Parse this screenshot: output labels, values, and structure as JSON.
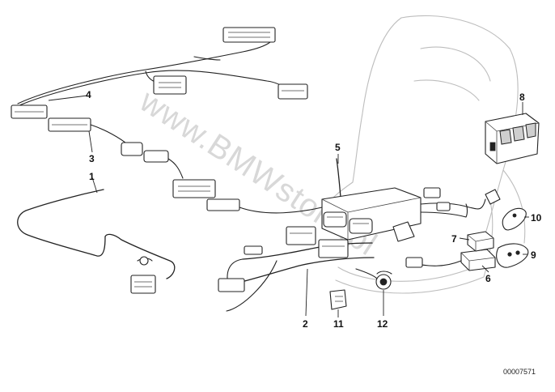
{
  "diagram": {
    "watermark": "www.BMWstore.pl",
    "document_number": "00007571",
    "callouts": [
      {
        "id": "c1",
        "label": "1"
      },
      {
        "id": "c2",
        "label": "2"
      },
      {
        "id": "c3",
        "label": "3"
      },
      {
        "id": "c4",
        "label": "4"
      },
      {
        "id": "c5",
        "label": "5"
      },
      {
        "id": "c6",
        "label": "6"
      },
      {
        "id": "c7",
        "label": "7"
      },
      {
        "id": "c8",
        "label": "8"
      },
      {
        "id": "c9",
        "label": "9"
      },
      {
        "id": "c10",
        "label": "10"
      },
      {
        "id": "c11",
        "label": "11"
      },
      {
        "id": "c12",
        "label": "12"
      }
    ]
  }
}
